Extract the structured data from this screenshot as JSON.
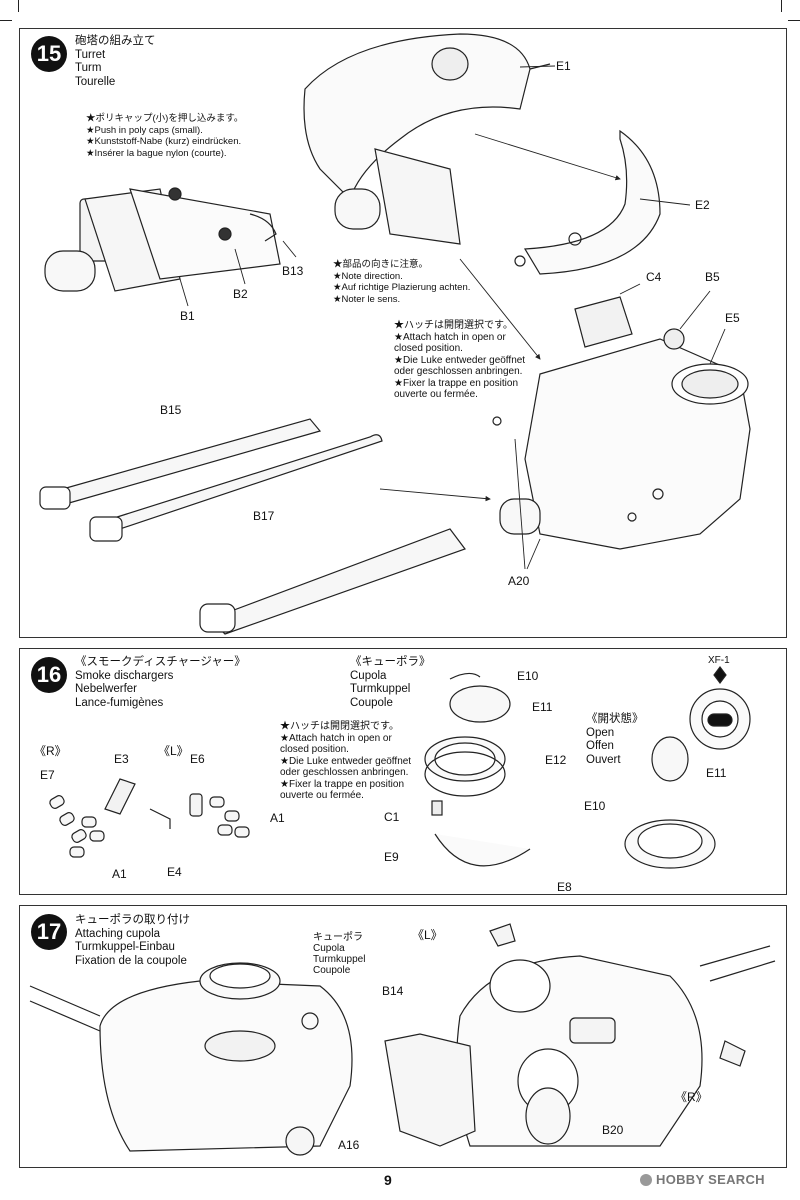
{
  "page_number": "9",
  "watermark": {
    "text": "HOBBY SEARCH"
  },
  "step15": {
    "number": "15",
    "title_lines": [
      "砲塔の組み立て",
      "Turret",
      "Turm",
      "Tourelle"
    ],
    "note_polycaps": [
      "★ポリキャップ(小)を押し込みます。",
      "★Push in poly caps (small).",
      "★Kunststoff-Nabe (kurz) eindrücken.",
      "★Insérer la bague nylon (courte)."
    ],
    "note_direction": [
      "★部品の向きに注意。",
      "★Note direction.",
      "★Auf richtige Plazierung achten.",
      "★Noter le sens."
    ],
    "note_hatch": [
      "★ハッチは開閉選択です。",
      "★Attach hatch in open or",
      "closed position.",
      "★Die Luke entweder geöffnet",
      "oder geschlossen anbringen.",
      "★Fixer la trappe en position",
      "ouverte ou fermée."
    ],
    "labels": {
      "E1": "E1",
      "E2": "E2",
      "B13": "B13",
      "B2": "B2",
      "B1": "B1",
      "C4": "C4",
      "B5": "B5",
      "E5": "E5",
      "B15": "B15",
      "B17": "B17",
      "A20": "A20"
    }
  },
  "step16": {
    "number": "16",
    "title_lines": [
      "《スモークディスチャージャー》",
      "Smoke dischargers",
      "Nebelwerfer",
      "Lance-fumigènes"
    ],
    "cupola_title": [
      "《キューポラ》",
      "Cupola",
      "Turmkuppel",
      "Coupole"
    ],
    "note_hatch": [
      "★ハッチは開閉選択です。",
      "★Attach hatch in open or",
      "closed position.",
      "★Die Luke entweder geöffnet",
      "oder geschlossen anbringen.",
      "★Fixer la trappe en position",
      "ouverte ou fermée."
    ],
    "open_title": [
      "《開状態》",
      "Open",
      "Offen",
      "Ouvert"
    ],
    "paint": "XF-1",
    "side_r": "《R》",
    "side_l": "《L》",
    "labels": {
      "E7": "E7",
      "E3": "E3",
      "A1a": "A1",
      "E6": "E6",
      "E4": "E4",
      "A1b": "A1",
      "E10": "E10",
      "E11": "E11",
      "E12": "E12",
      "C1": "C1",
      "E9": "E9",
      "E8": "E8",
      "E11b": "E11",
      "E10b": "E10"
    }
  },
  "step17": {
    "number": "17",
    "title_lines": [
      "キューポラの取り付け",
      "Attaching cupola",
      "Turmkuppel-Einbau",
      "Fixation de la coupole"
    ],
    "cupola_note": [
      "キューポラ",
      "Cupola",
      "Turmkuppel",
      "Coupole"
    ],
    "side_l": "《L》",
    "side_r": "《R》",
    "labels": {
      "B14": "B14",
      "A16": "A16",
      "B20": "B20"
    }
  }
}
